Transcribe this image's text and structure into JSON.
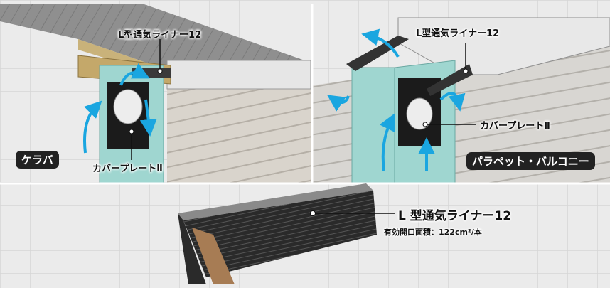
{
  "left_panel": {
    "liner_label": "L型通気ライナー12",
    "plate_label": "カバープレートⅡ",
    "tag": "ケラバ"
  },
  "right_panel": {
    "liner_label": "L型通気ライナー12",
    "plate_label": "カバープレートⅡ",
    "tag": "パラペット・バルコニー"
  },
  "product": {
    "name": "L 型通気ライナー12",
    "spec": "有効開口面積：122cm²/本"
  },
  "colors": {
    "airflow_arrow": "#1aa6e0",
    "board": "#9fd6d0",
    "tag_bg": "#222222"
  }
}
